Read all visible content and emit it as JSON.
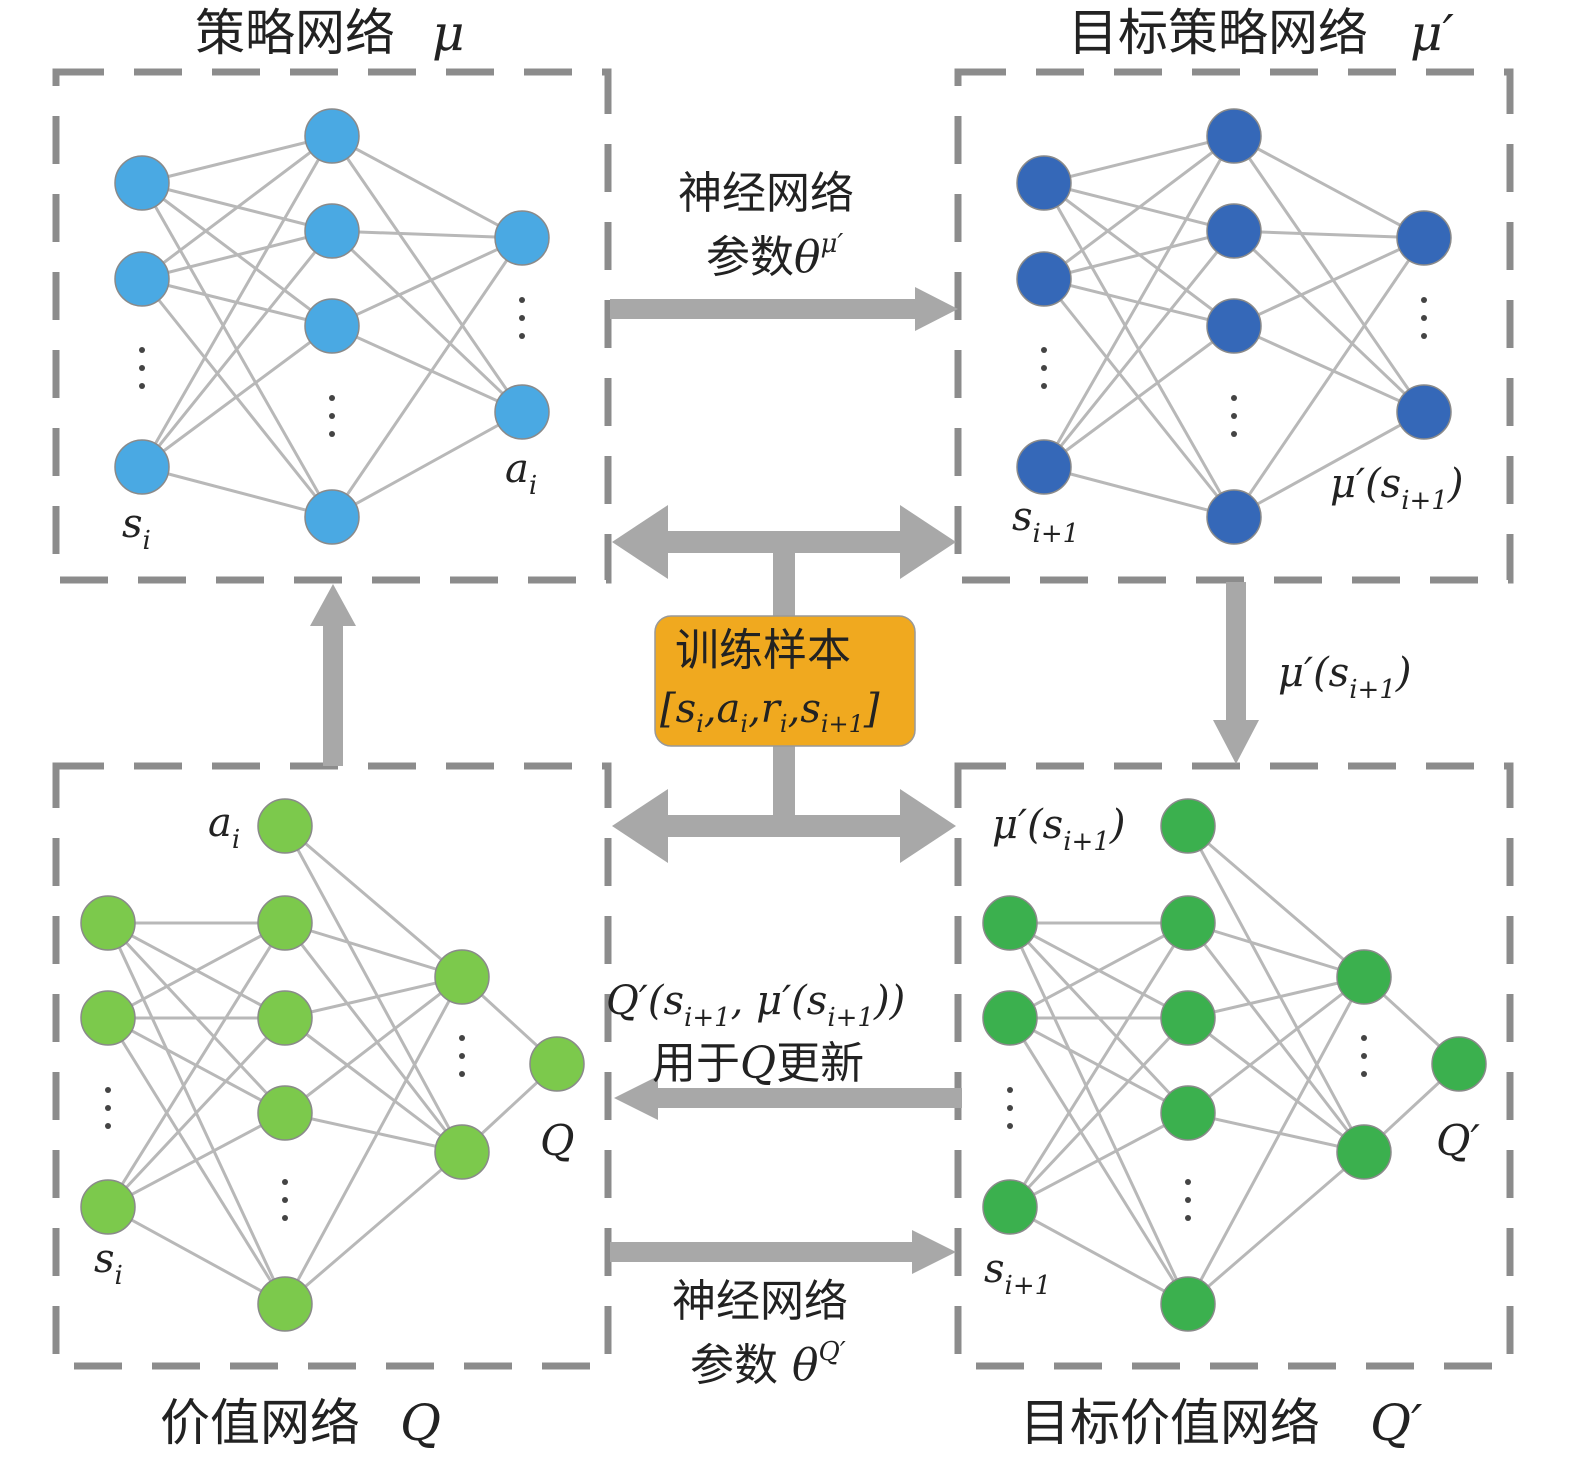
{
  "colors": {
    "policy_node": "#4aa9e3",
    "target_policy_node": "#3568b8",
    "value_node": "#7cc94c",
    "target_value_node": "#3bb04e",
    "sample_box": "#f0a91f",
    "arrow": "#a8a8a8",
    "edge": "#b8b8b8",
    "dashed_border": "#8c8c8c"
  },
  "panels": {
    "policy": {
      "title": "策略网络",
      "symbol": "μ",
      "input_label": "s",
      "input_sub": "i",
      "output_label": "a",
      "output_sub": "i"
    },
    "target_policy": {
      "title": "目标策略网络",
      "symbol": "μ′",
      "input_label": "s",
      "input_sub": "i+1",
      "output_label": "μ′(s",
      "output_sub": "i+1",
      "output_close": ")"
    },
    "value": {
      "title": "价值网络",
      "symbol": "Q",
      "action_label": "a",
      "action_sub": "i",
      "input_label": "s",
      "input_sub": "i",
      "output_label": "Q"
    },
    "target_value": {
      "title": "目标价值网络",
      "symbol": "Q′",
      "action_label": "μ′(s",
      "action_sub": "i+1",
      "action_close": ")",
      "input_label": "s",
      "input_sub": "i+1",
      "output_label": "Q′"
    }
  },
  "training_sample": {
    "title": "训练样本",
    "tuple": "[s",
    "tuple_parts": [
      "i",
      ",a",
      "i",
      ",r",
      "i",
      ",s",
      "i+1",
      "]"
    ]
  },
  "arrows": {
    "policy_params": {
      "line1": "神经网络",
      "line2": "参数",
      "theta": "θ",
      "sup": "μ′"
    },
    "target_action": {
      "label": "μ′(s",
      "sub": "i+1",
      "close": ")"
    },
    "q_update": {
      "line1_a": "Q′(s",
      "line1_sub1": "i+1",
      "line1_b": ", μ′(s",
      "line1_sub2": "i+1",
      "line1_c": "))",
      "line2_a": "用于",
      "line2_q": "Q",
      "line2_b": "更新"
    },
    "value_params": {
      "line1": "神经网络",
      "line2": "参数 ",
      "theta": "θ",
      "sup": "Q′"
    }
  },
  "ellipsis": "⋮"
}
